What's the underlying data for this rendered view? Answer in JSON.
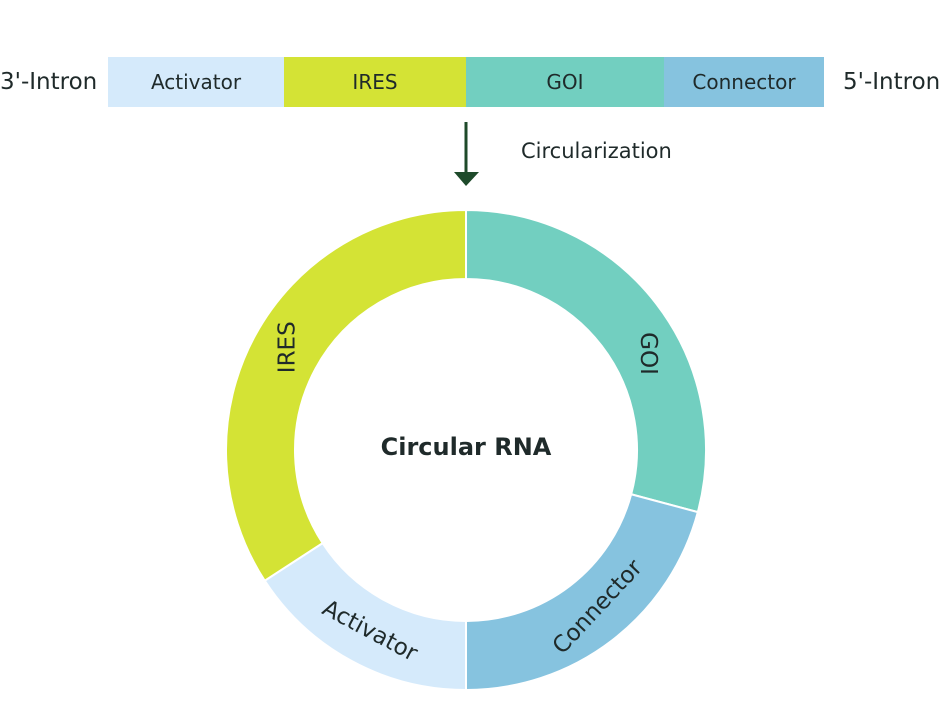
{
  "linear": {
    "left_label": "3'-Intron",
    "right_label": "5'-Intron",
    "segments": [
      {
        "label": "Activator",
        "color": "#d5eafb"
      },
      {
        "label": "IRES",
        "color": "#d4e335"
      },
      {
        "label": "GOI",
        "color": "#72cfc0"
      },
      {
        "label": "Connector",
        "color": "#86c3df"
      }
    ]
  },
  "step_label": "Circularization",
  "arrow_color": "#1e4a2a",
  "circle": {
    "title": "Circular RNA",
    "segments": [
      {
        "label": "GOI",
        "color": "#72cfc0"
      },
      {
        "label": "Connector",
        "color": "#86c3df"
      },
      {
        "label": "Activator",
        "color": "#d5eafb"
      },
      {
        "label": "IRES",
        "color": "#d4e335"
      }
    ]
  }
}
